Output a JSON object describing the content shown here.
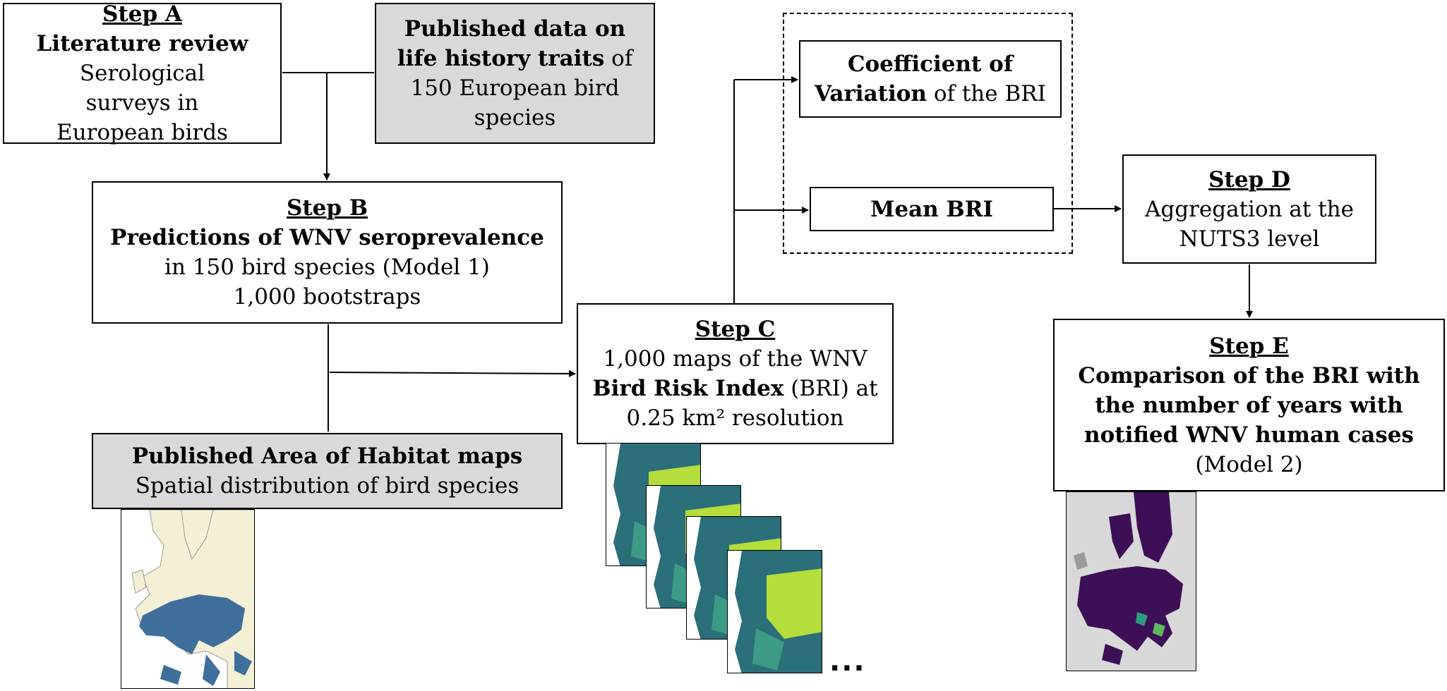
{
  "step_a": {
    "step": "Step A",
    "title": "Literature review",
    "text": "Serological surveys in European birds"
  },
  "published_traits": {
    "bold": "Published data on life history traits",
    "rest": " of 150 European bird species"
  },
  "step_b": {
    "step": "Step B",
    "title": "Predictions of WNV seroprevalence",
    "line1": "in 150 bird species (Model 1)",
    "line2": "1,000 bootstraps"
  },
  "habitat": {
    "title": "Published Area of Habitat maps",
    "text": "Spatial distribution of bird species"
  },
  "step_c": {
    "step": "Step C",
    "line1": "1,000 maps of the WNV",
    "bold": "Bird Risk Index",
    "mid": " (BRI) at",
    "line3": "0.25 km² resolution"
  },
  "coef": {
    "bold": "Coefficient of Variation",
    "rest": " of the BRI"
  },
  "mean_bri": {
    "label": "Mean BRI"
  },
  "step_d": {
    "step": "Step D",
    "line1": "Aggregation at the",
    "line2": "NUTS3 level"
  },
  "step_e": {
    "step": "Step E",
    "bold": "Comparison of the BRI with the number of years with notified WNV human cases",
    "rest": "(Model 2)"
  },
  "ellipsis": "...",
  "colors": {
    "grey_box": "#d9d9d9",
    "map_sea": "#ffffff",
    "map_land": "#f3f0d6",
    "bri_dark": "#2a6f7a",
    "bri_light": "#b5dd3c",
    "cases_land": "#3d0f56",
    "cases_bg": "#c8c8c8"
  }
}
